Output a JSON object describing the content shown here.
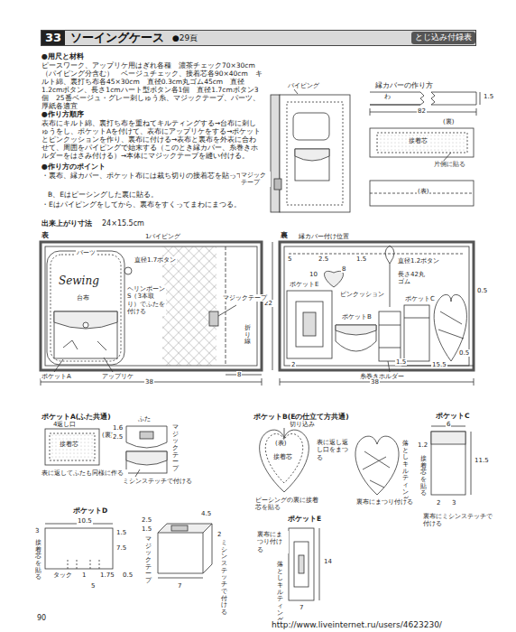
{
  "diagram": {
    "nodes": [
      {
        "text": [
          "ソーイングケース",
          "●29頁"
        ]
      },
      {
        "text": [
          "33"
        ],
        "in": 0
      },
      {
        "text": [
          "とじ込み付録表"
        ],
        "in": 0
      }
    ],
    "labels": [
      "●用尺と材料",
      "ピースワーク、アップリケ用はぎれ各種　濃茶チェック70×30cm（パイピング分含む）　ベージュチェック、接着芯各90×40cm　キルト綿、裏打ち布各45×30cm　直径0.3cm丸ゴム45cm　直径1.2cmボタン、長さ1cmハート型ボタン各1個　直径1.7cmボタン3個　25番ベージュ・グレー刺しゅう糸、マジックテープ、パーツ、厚紙各適宜",
      "●作り方順序",
      "表布にキルト綿、裏打ち布を重ねてキルティングする→台布に刺しゅうをし、ポケットAを付けて、表布にアップリケをする→ポケットとピンクッションを作り、裏布に付ける→表布と裏布を外表に合わせて、周囲をパイピングで始末する（このとき縁カバー、糸巻きホルダーをはさみ付ける）→本体にマジックテープを縫い付ける。",
      "●作り方のポイント",
      "・裏布、縁カバー、ポケット布には裁ち切りの接着芯を貼っておく。",
      "B、Eはピーシングした裏に貼る。",
      "・Eはパイピングをしてから、裏布をすくってまわにまつる。",
      "出来上がり寸法",
      "24×15.5cm",
      "表",
      "パイピング",
      "マジックテープ",
      "縁カバーの作り方",
      "わ",
      "1.5",
      "82",
      "(裏)",
      "接着芯",
      "片側に貼る",
      "(表)",
      "裏",
      "縁カバー付け位置",
      "5",
      "2.5",
      "1.5",
      "直径1.2ボタン",
      "8",
      "10",
      "ポケットE",
      "ピンクッション",
      "長さ42丸ゴム",
      "ポケットC",
      "0.5",
      "22",
      "ポケットB",
      "2",
      "糸巻きホルダー",
      "1.5",
      "15.5",
      "38",
      "0.5",
      "1パイピング",
      "パーツ",
      "直径1.7ボタン",
      "Sewing",
      "台布",
      "ヘリンボーンS（3本取り）でふたを付ける",
      "マジックテープ",
      "折り線",
      "8",
      "ポケットA",
      "アップリケ",
      "38",
      "ポケットA(ふた共通)",
      "4返し口",
      "(裏)",
      "接着芯",
      "表に返してふたも同様に作る",
      "ふた",
      "1.6",
      "2.5",
      "マジックテープ",
      "ミシンステッチで付ける",
      "ポケットB(Eの仕立て方共通)",
      "切り込み",
      "(表)",
      "接着芯",
      "表に返し返し口をまつる",
      "ピーシングの裏に接着芯を貼る",
      "落としキルティング",
      "裏布にまつり付ける",
      "ポケットC",
      "6",
      "1.2",
      "11.5",
      "接着芯を貼る",
      "裏布にミシンステッチで付ける",
      "3",
      "2",
      "ポケットD",
      "10.5",
      "1.5",
      "3",
      "7.5",
      "接着芯を貼る",
      "タック",
      "1",
      "5",
      "1.75",
      "0.5",
      "2.5",
      "1.5",
      "4.5",
      "2",
      "マジックテープ",
      "7",
      "ミシンステッチで付ける",
      "ポケットE",
      "裏布にまつり付ける",
      "落としキルティング",
      "14",
      "7",
      "90",
      "http://www.liveinternet.ru/users/4623230/"
    ]
  }
}
